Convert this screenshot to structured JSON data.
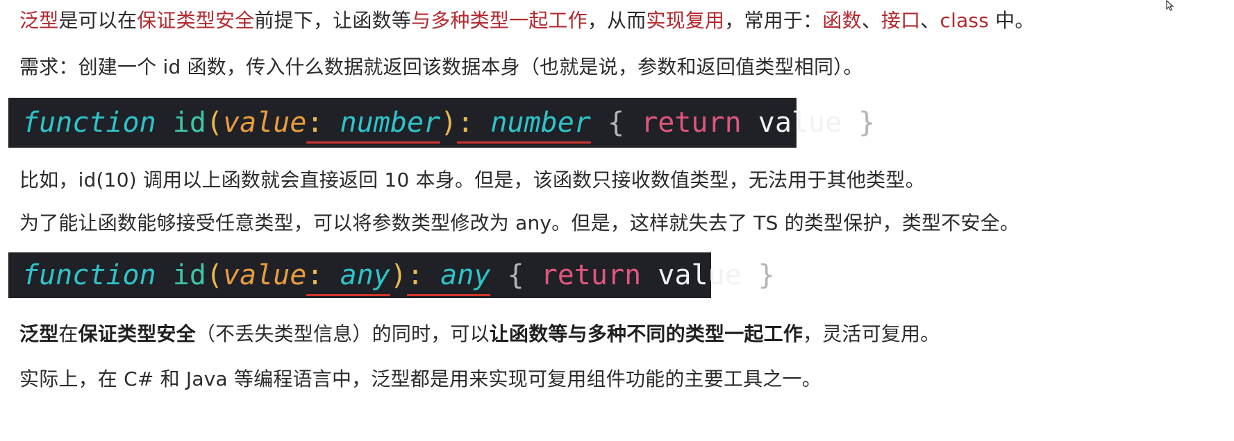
{
  "line1": {
    "generic": "泛型",
    "t1": "是可以在",
    "type_safe": "保证类型安全",
    "t2": "前提下，让函数等",
    "multi": "与多种类型一起工作",
    "t3": "，从而",
    "reuse": "实现复用",
    "t4": "，常用于：",
    "func": "函数",
    "sep1": "、",
    "iface": "接口",
    "sep2": "、",
    "cls": "class",
    "t5": " 中。"
  },
  "line2": "需求：创建一个 id 函数，传入什么数据就返回该数据本身（也就是说，参数和返回值类型相同）。",
  "code1": {
    "kw_function": "function",
    "name": "id",
    "open_paren": "(",
    "param": "value",
    "colon1": ":",
    "param_type": "number",
    "close_paren": ")",
    "colon2": ":",
    "return_type": "number",
    "open_brace": "{",
    "kw_return": "return",
    "ret_value": "value",
    "close_brace": "}"
  },
  "line3": "比如，id(10) 调用以上函数就会直接返回 10 本身。但是，该函数只接收数值类型，无法用于其他类型。",
  "line4": "为了能让函数能够接受任意类型，可以将参数类型修改为 any。但是，这样就失去了 TS 的类型保护，类型不安全。",
  "code2": {
    "kw_function": "function",
    "name": "id",
    "open_paren": "(",
    "param": "value",
    "colon1": ":",
    "param_type": "any",
    "close_paren": ")",
    "colon2": ":",
    "return_type": "any",
    "open_brace": "{",
    "kw_return": "return",
    "ret_value": "value",
    "close_brace": "}"
  },
  "line5": {
    "generic": "泛型",
    "t1": "在",
    "type_safe": "保证类型安全",
    "t2": "（不丢失类型信息）的同时，可以",
    "multi": "让函数等与多种不同的类型一起工作",
    "t3": "，灵活可复用。"
  },
  "line6": "实际上，在 C# 和 Java 等编程语言中，泛型都是用来实现可复用组件功能的主要工具之一。",
  "icons": {
    "cursor": "mouse-pointer-icon"
  }
}
